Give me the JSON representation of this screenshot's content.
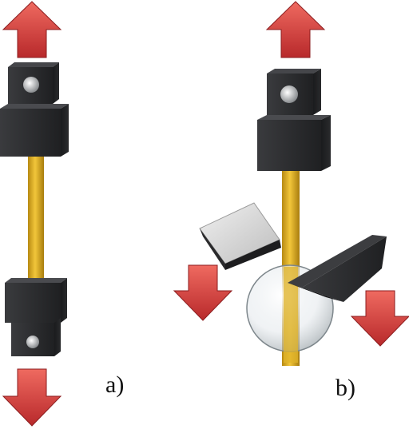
{
  "panels": [
    {
      "id": "a",
      "label": "a)"
    },
    {
      "id": "b",
      "label": "b)"
    }
  ],
  "colors": {
    "arrow_red": "#d23a3a",
    "block_dark": "#2b2c2e",
    "rod_yellow": "#e2b21c",
    "glass": "#dfe6ea",
    "wedge_light": "#d6d6d6"
  },
  "icons": {
    "arrow_up": "pull-up-arrow-icon",
    "arrow_down": "pull-down-arrow-icon"
  }
}
